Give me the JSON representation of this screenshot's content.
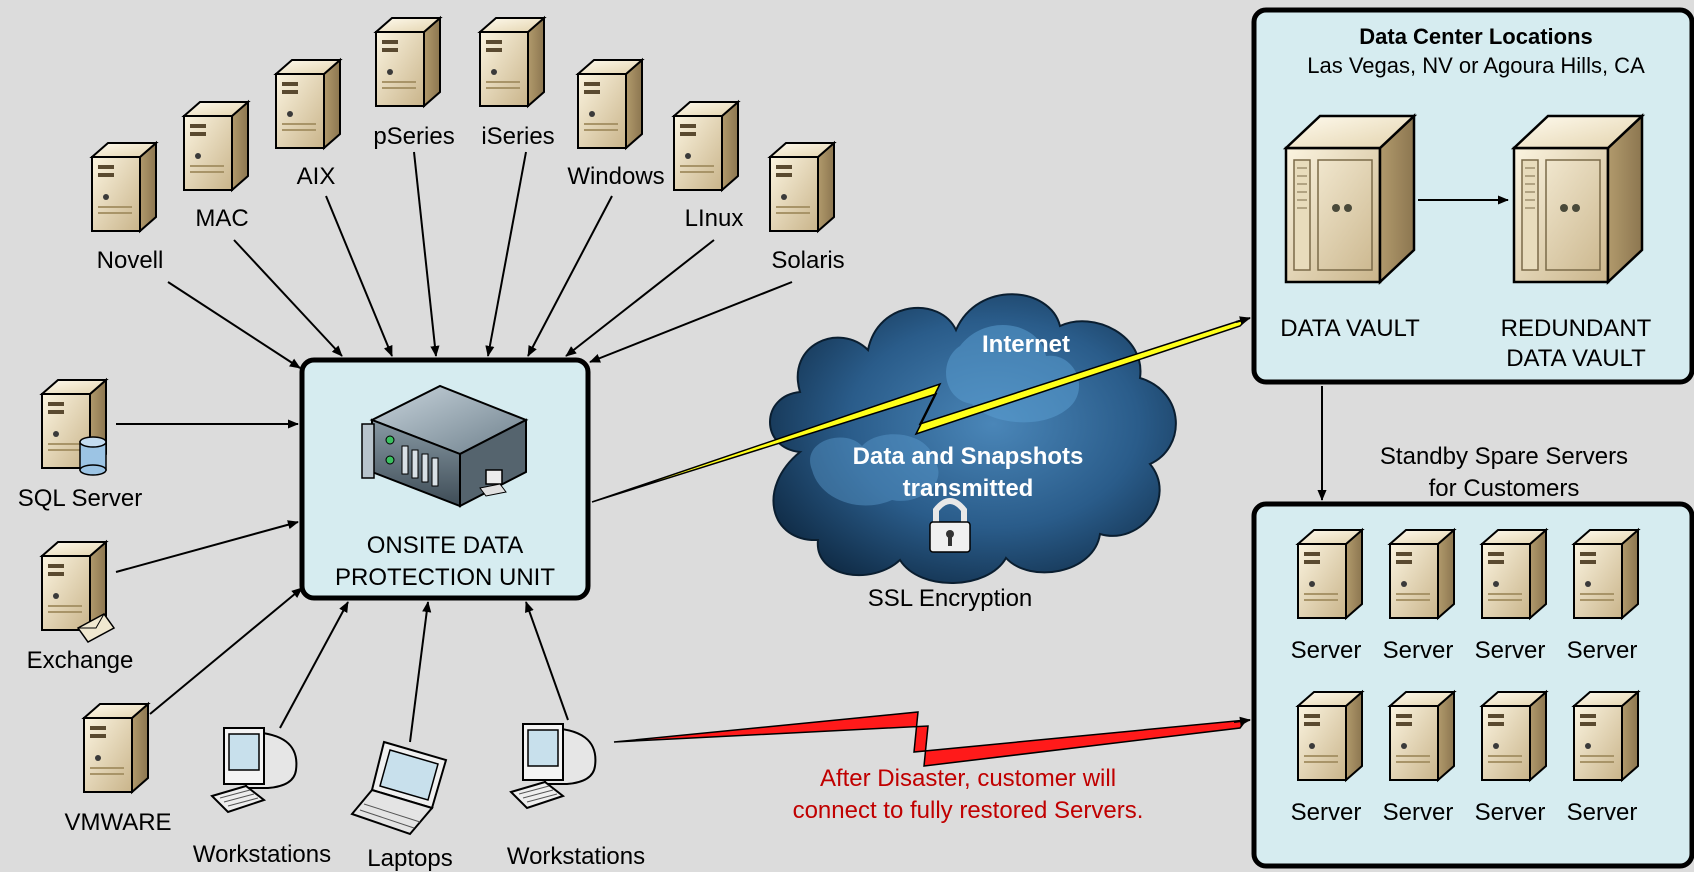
{
  "sources_top": [
    {
      "id": "novell",
      "label": "Novell"
    },
    {
      "id": "mac",
      "label": "MAC"
    },
    {
      "id": "aix",
      "label": "AIX"
    },
    {
      "id": "pseries",
      "label": "pSeries"
    },
    {
      "id": "iseries",
      "label": "iSeries"
    },
    {
      "id": "windows",
      "label": "Windows"
    },
    {
      "id": "linux",
      "label": "LInux"
    },
    {
      "id": "solaris",
      "label": "Solaris"
    }
  ],
  "sources_left": [
    {
      "id": "sql",
      "label": "SQL Server"
    },
    {
      "id": "exchange",
      "label": "Exchange"
    },
    {
      "id": "vmware",
      "label": "VMWARE"
    }
  ],
  "sources_bottom": [
    {
      "id": "workstations1",
      "label": "Workstations"
    },
    {
      "id": "laptops",
      "label": "Laptops"
    },
    {
      "id": "workstations2",
      "label": "Workstations"
    }
  ],
  "onsite_unit": {
    "line1": "ONSITE DATA",
    "line2": "PROTECTION UNIT"
  },
  "cloud": {
    "internet": "Internet",
    "transfer_line1": "Data and Snapshots",
    "transfer_line2": "transmitted",
    "encryption": "SSL Encryption"
  },
  "datacenter": {
    "title": "Data Center Locations",
    "subtitle": "Las Vegas, NV or Agoura Hills, CA",
    "vault": "DATA VAULT",
    "redundant_line1": "REDUNDANT",
    "redundant_line2": "DATA VAULT"
  },
  "standby": {
    "caption_line1": "Standby Spare Servers",
    "caption_line2": "for Customers",
    "server_label": "Server",
    "servers": [
      "Server",
      "Server",
      "Server",
      "Server",
      "Server",
      "Server",
      "Server",
      "Server"
    ]
  },
  "disaster_note": {
    "line1": "After Disaster, customer will",
    "line2": "connect to fully restored Servers."
  },
  "colors": {
    "background": "#dcdcdc",
    "panel": "#d6ecf0",
    "cloud_dark": "#0f2a44",
    "cloud_light": "#4a86b8",
    "bolt_yellow": "#ffff1a",
    "bolt_red": "#ff1a1a",
    "note_red": "#c00000"
  }
}
